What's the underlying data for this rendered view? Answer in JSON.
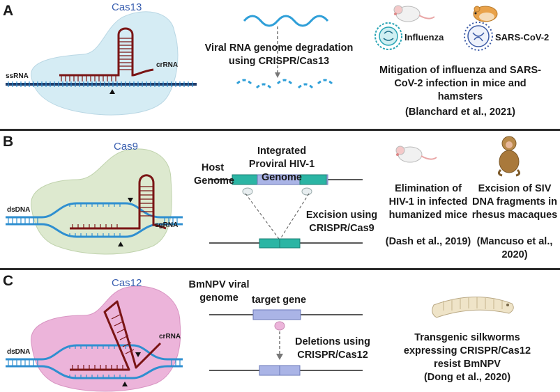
{
  "colors": {
    "rna_strand": "#7a1515",
    "dna_strand": "#2f8fd0",
    "cas13_blob": "#d5ecf4",
    "cas9_blob": "#dde9cf",
    "cas12_blob": "#ecb4da",
    "enzyme_label": "#3a5fb0",
    "viral_rna": "#2f9fd8",
    "provirus": "#aab4e6",
    "ltr": "#2bb5a4",
    "divider": "#2b2b2b"
  },
  "panel_a": {
    "letter": "A",
    "enzyme": "Cas13",
    "strand_label": "ssRNA",
    "guide_label": "crRNA",
    "process": "Viral RNA genome degradation using CRISPR/Cas13",
    "virus1": "Influenza",
    "virus2": "SARS-CoV-2",
    "icons": [
      "mouse-icon",
      "hamster-icon",
      "influenza-virus-icon",
      "coronavirus-icon"
    ],
    "result": "Mitigation of influenza and SARS-CoV-2 infection in mice and hamsters",
    "citation": "(Blanchard et al., 2021)"
  },
  "panel_b": {
    "letter": "B",
    "enzyme": "Cas9",
    "strand_label": "dsDNA",
    "guide_label": "sgRNA",
    "host_label": "Host Genome",
    "provirus_label": "Integrated Proviral HIV-1 Genome",
    "excision_label": "Excision using CRISPR/Cas9",
    "icons": [
      "mouse-icon",
      "rhesus-macaque-icon"
    ],
    "result1": "Elimination of HIV-1 in infected humanized mice",
    "citation1": "(Dash et al., 2019)",
    "result2": "Excision of SIV DNA fragments in rhesus macaques",
    "citation2": "(Mancuso et al., 2020)"
  },
  "panel_c": {
    "letter": "C",
    "enzyme": "Cas12",
    "strand_label": "dsDNA",
    "guide_label": "crRNA",
    "viral_genome_label": "BmNPV viral genome",
    "target_label": "target gene",
    "deletion_label": "Deletions using CRISPR/Cas12",
    "icons": [
      "silkworm-icon"
    ],
    "result": "Transgenic silkworms expressing CRISPR/Cas12 resist BmNPV",
    "citation": "(Dong et al., 2020)"
  }
}
